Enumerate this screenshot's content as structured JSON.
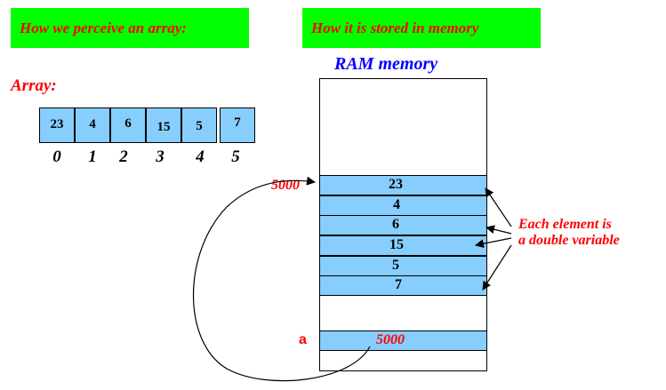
{
  "left_header": "How we perceive an array:",
  "right_header": "How it is stored in memory",
  "array_label": "Array:",
  "ram_title": "RAM memory",
  "array": {
    "values": [
      "23",
      "4",
      "6",
      "15",
      "5",
      "7"
    ],
    "indices": [
      "0",
      "1",
      "2",
      "3",
      "4",
      "5"
    ]
  },
  "memory": {
    "values": [
      "23",
      "4",
      "6",
      "15",
      "5",
      "7"
    ],
    "start_address": "5000",
    "pointer_name": "a",
    "pointer_value": "5000"
  },
  "note": {
    "line1": "Each element is",
    "line2": "a double variable"
  },
  "colors": {
    "header_bg": "#00ff00",
    "text_red": "#ff0000",
    "title_blue": "#0000ff",
    "cell_blue": "#87ceff"
  }
}
